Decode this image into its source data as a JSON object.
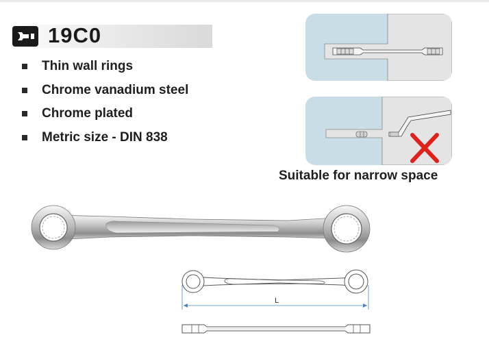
{
  "product": {
    "code": "19C0",
    "features": [
      "Thin wall rings",
      "Chrome vanadium steel",
      "Chrome plated",
      "Metric size - DIN 838"
    ]
  },
  "illustration": {
    "caption": "Suitable for narrow space"
  },
  "drawing": {
    "length_label": "L"
  },
  "colors": {
    "panel_blue": "#c9dde6",
    "wall_gray": "#e4e4e4",
    "cross_red": "#e0201b",
    "dimension_blue": "#4a86c2"
  },
  "icons": [
    "wrench-icon",
    "red-cross-icon"
  ]
}
